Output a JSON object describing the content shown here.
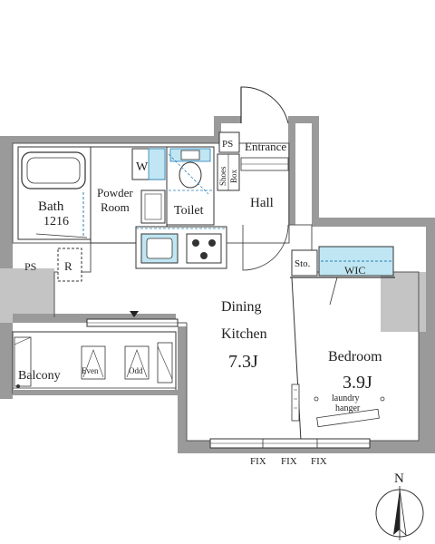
{
  "rooms": {
    "bath": "Bath",
    "bath_size": "1216",
    "powder_room_line1": "Powder",
    "powder_room_line2": "Room",
    "washer": "W",
    "toilet": "Toilet",
    "ps_top": "PS",
    "entrance": "Entrance",
    "shoes_box_line1": "Shoes",
    "shoes_box_line2": "Box",
    "hall": "Hall",
    "storage": "Sto.",
    "wic": "WIC",
    "ps_left": "PS",
    "refrigerator": "R",
    "dining_line1": "Dining",
    "dining_line2": "Kitchen",
    "dining_size": "7.3J",
    "bedroom": "Bedroom",
    "bedroom_size": "3.9J",
    "laundry_line1": "laundry",
    "laundry_line2": "hanger",
    "balcony": "Balcony",
    "even": "Even",
    "odd": "Odd"
  },
  "windows": [
    "FIX",
    "FIX",
    "FIX"
  ],
  "compass": {
    "label": "N"
  },
  "colors": {
    "wall": "#8a8a8a",
    "line": "#333333",
    "fixture_blue": "#bfe6f2",
    "dash_blue": "#2a80b9"
  }
}
